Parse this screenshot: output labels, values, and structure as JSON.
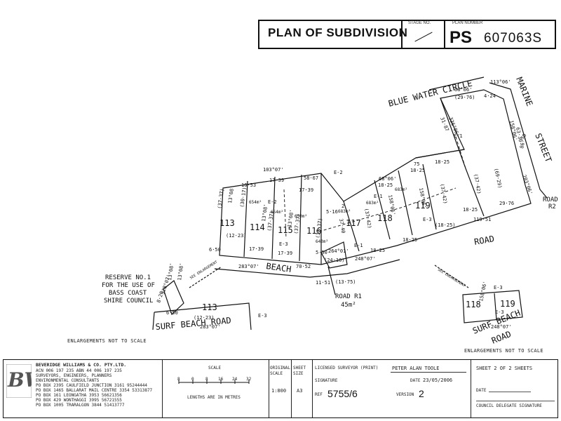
{
  "header": {
    "title": "PLAN OF SUBDIVISION",
    "stage_label": "STAGE NO.",
    "plan_number_label": "PLAN NUMBER",
    "plan_prefix": "PS",
    "plan_number": "607063S"
  },
  "streets": {
    "blue_water": "BLUE WATER CIRCLE",
    "marine": "MARINE",
    "street": "STREET",
    "road": "ROAD",
    "beach": "BEACH",
    "surf_beach_road": "SURF BEACH ROAD",
    "inset_road_1": "SURF BEACH",
    "inset_road_2": "ROAD",
    "road_r2_a": "ROAD",
    "road_r2_b": "R2",
    "road_r1_a": "ROAD R1",
    "road_r1_b": "45m²"
  },
  "reserve_note": [
    "RESERVE NO.1",
    "FOR THE USE OF",
    "BASS COAST",
    "SHIRE COUNCIL"
  ],
  "lots": [
    "113",
    "114",
    "115",
    "116",
    "117",
    "118",
    "119",
    "113",
    "118",
    "119"
  ],
  "areas": [
    "654m²",
    "654m²",
    "650m²",
    "643m²",
    "683m²",
    "683m²",
    "683m²"
  ],
  "easements": [
    "E-1",
    "E-1",
    "E-2",
    "E-2",
    "E-3",
    "E-3",
    "E-3",
    "E-3",
    "E-1",
    "E-3"
  ],
  "dimensions": [
    "113°06'",
    "68°06'",
    "(29·76)",
    "4·24",
    "336°06'",
    "31·87",
    "158°06'",
    "63·30",
    "86·30",
    "(69·29)",
    "203°06'",
    "29·76",
    "119·51",
    "18·25",
    "18·25",
    "18·25",
    "18·25",
    "(18·25)",
    "18·25",
    "18·25",
    "68°06'",
    "75",
    "(37·42)",
    "(37·42)",
    "158°06'",
    "158°06'",
    "(37·42)",
    "37·40",
    "248°07'",
    "(13·75)",
    "264°01'",
    "(24·10)",
    "5·50",
    "11·51",
    "70·52",
    "283°07'",
    "17·39",
    "17·39",
    "6·50",
    "(12·23)",
    "103°07'",
    "16·53",
    "17·39",
    "58·67",
    "5·16",
    "17·39",
    "(37·37)",
    "13°08'",
    "(30·17)",
    "(37·37)",
    "(37·37)",
    "(37·37)",
    "13°08'",
    "13°08'",
    "13°08'",
    "328°07'",
    "8·20",
    "6·50",
    "(12·23)",
    "283°07'",
    "13°08'",
    "158°06'",
    "248°07'",
    "2"
  ],
  "enlarge_notes": [
    "ENLARGEMENTS NOT TO SCALE",
    "ENLARGEMENTS NOT TO SCALE",
    "SEE ENLARGEMENT",
    "SEE ENLARGEMENT"
  ],
  "title_block": {
    "firm_name": "BEVERIDGE WILLIAMS & CO. PTY.LTD.",
    "firm_abn": "ACN 006 197 235   ABN 44 006 197 235",
    "firm_line2": "SURVEYORS, ENGINEERS, PLANNERS",
    "firm_line3": "ENVIRONMENTAL CONSULTANTS",
    "firm_offices": [
      "PO BOX 2395 CAULFIELD JUNCTION 3161 95244444",
      "PO BOX 1465 BALLARAT MAIL CENTRE 3354 53313877",
      "PO BOX 161 LEONGATHA 3953 56621356",
      "PO BOX 429 WONTHAGGI 3995 56721555",
      "PO BOX 1005 TRARALGON 3844 51413777"
    ],
    "scale_label": "SCALE",
    "scale_ticks": [
      "8",
      "0",
      "8",
      "16",
      "24",
      "32"
    ],
    "scale_units": "LENGTHS ARE IN METRES",
    "original_scale_label": "ORIGINAL SCALE",
    "original_scale": "1:800",
    "sheet_size_label": "SHEET SIZE",
    "sheet_size": "A3",
    "surveyor_label": "LICENSED SURVEYOR (PRINT)",
    "surveyor_name": "PETER ALAN TOOLE",
    "signature_label": "SIGNATURE",
    "date_label": "DATE",
    "date": "23/05/2006",
    "ref_label": "REF",
    "ref": "5755/6",
    "version_label": "VERSION",
    "version": "2",
    "sheet_text": "SHEET 2 OF 2 SHEETS",
    "date2_label": "DATE",
    "council_sig": "COUNCIL DELEGATE SIGNATURE"
  }
}
